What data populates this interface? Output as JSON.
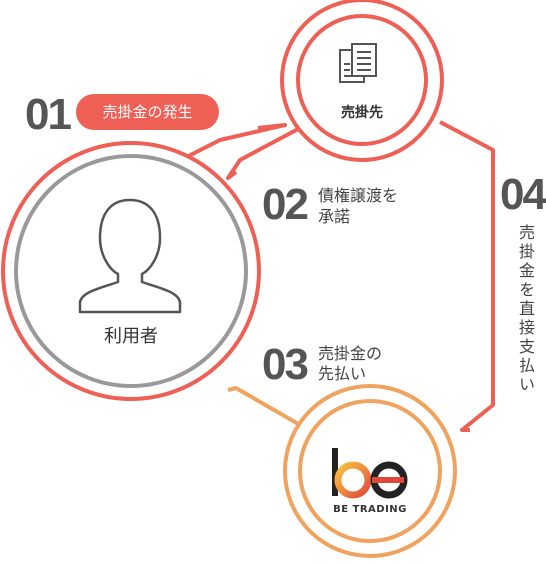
{
  "colors": {
    "coral": "#ee6055",
    "orange": "#f0a35e",
    "gray": "#999999",
    "text": "#444444"
  },
  "icons": {
    "receivable": "documents-icon",
    "user": "person-silhouette-icon",
    "logo": "be-trading-logo"
  },
  "nodes": {
    "receivable_party": "売掛先",
    "user": "利用者",
    "company": {
      "logo_text": "be",
      "name": "BE TRADING"
    }
  },
  "steps": [
    {
      "number": "01",
      "label": "売掛金の発生"
    },
    {
      "number": "02",
      "label_line1": "債権譲渡を",
      "label_line2": "承諾"
    },
    {
      "number": "03",
      "label_line1": "売掛金の",
      "label_line2": "先払い"
    },
    {
      "number": "04",
      "label": "売掛金を直接支払い"
    }
  ]
}
